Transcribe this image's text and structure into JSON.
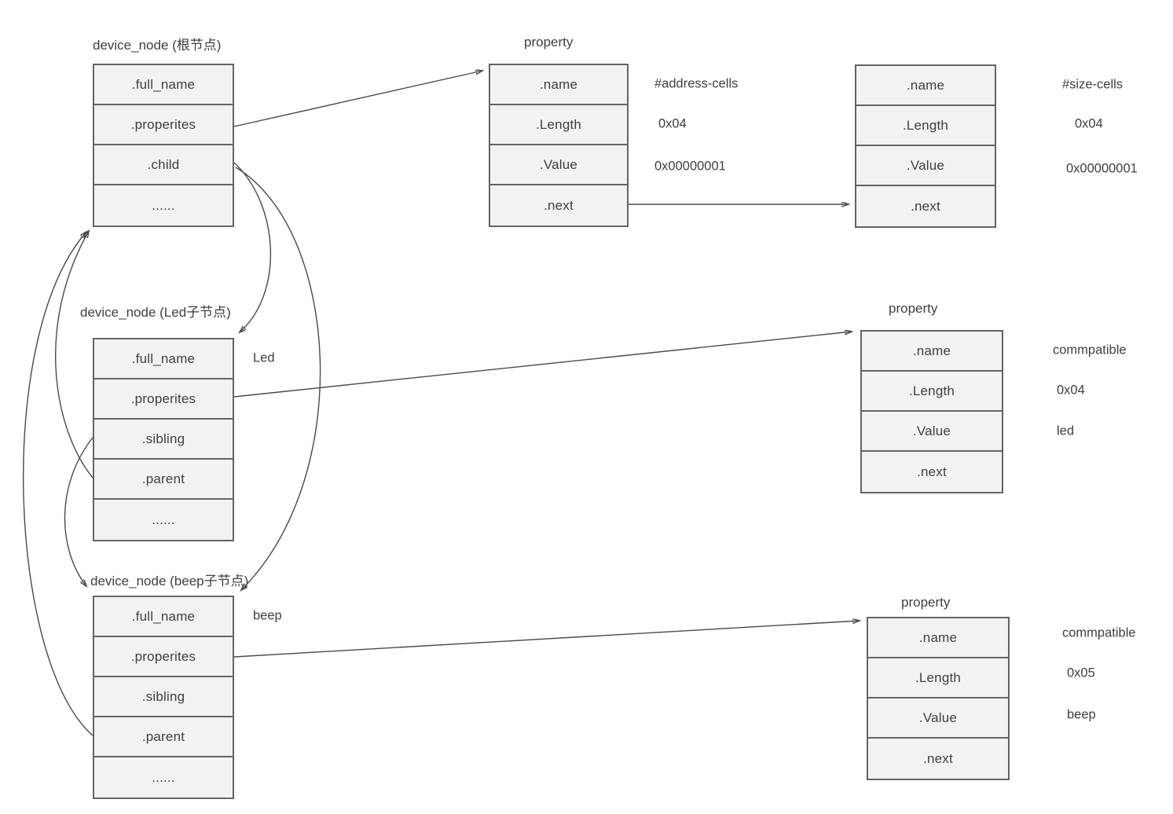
{
  "colors": {
    "box_fill": "#f2f2f2",
    "box_border": "#646464",
    "text": "#3f3f3f",
    "arrow": "#4a4a4a",
    "background": "#ffffff"
  },
  "nodes": {
    "root": {
      "title": "device_node (根节点)",
      "fields": [
        ".full_name",
        ".properites",
        ".child",
        "......"
      ]
    },
    "led": {
      "title": "device_node (Led子节点)",
      "full_name_value": "Led",
      "fields": [
        ".full_name",
        ".properites",
        ".sibling",
        ".parent",
        "......"
      ]
    },
    "beep": {
      "title": "device_node (beep子节点)",
      "full_name_value": "beep",
      "fields": [
        ".full_name",
        ".properites",
        ".sibling",
        ".parent",
        "......"
      ]
    }
  },
  "properties": {
    "addressCells": {
      "title": "property",
      "fields": [
        ".name",
        ".Length",
        ".Value",
        ".next"
      ],
      "values": [
        "#address-cells",
        "0x04",
        "0x00000001"
      ]
    },
    "sizeCells": {
      "fields": [
        ".name",
        ".Length",
        ".Value",
        ".next"
      ],
      "values": [
        "#size-cells",
        "0x04",
        "0x00000001"
      ]
    },
    "ledCompatible": {
      "title": "property",
      "fields": [
        ".name",
        ".Length",
        ".Value",
        ".next"
      ],
      "values": [
        "commpatible",
        "0x04",
        "led"
      ]
    },
    "beepCompatible": {
      "title": "property",
      "fields": [
        ".name",
        ".Length",
        ".Value",
        ".next"
      ],
      "values": [
        "commpatible",
        "0x05",
        "beep"
      ]
    }
  },
  "links": [
    {
      "from": "root.properites",
      "to": "property-address-cells"
    },
    {
      "from": "property-address-cells.next",
      "to": "property-size-cells.next"
    },
    {
      "from": "root.child",
      "to": "led-node"
    },
    {
      "from": "root.child",
      "to": "beep-node"
    },
    {
      "from": "led.properites",
      "to": "property-led-compatible"
    },
    {
      "from": "led.sibling",
      "to": "beep-node"
    },
    {
      "from": "led.parent",
      "to": "root-node"
    },
    {
      "from": "beep.properites",
      "to": "property-beep-compatible"
    },
    {
      "from": "beep.parent",
      "to": "root-node"
    }
  ]
}
